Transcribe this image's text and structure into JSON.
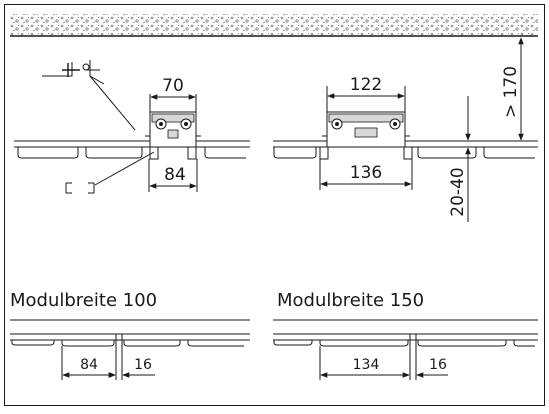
{
  "top_left": {
    "dim_top": "70",
    "dim_bottom": "84"
  },
  "top_right": {
    "dim_top": "122",
    "dim_bottom": "136",
    "dim_vertical_gap": "20-40",
    "dim_vertical_height": "> 170"
  },
  "bottom_left": {
    "caption": "Modulbreite 100",
    "dim_panel": "84",
    "dim_gap": "16"
  },
  "bottom_right": {
    "caption": "Modulbreite 150",
    "dim_panel": "134",
    "dim_gap": "16"
  }
}
